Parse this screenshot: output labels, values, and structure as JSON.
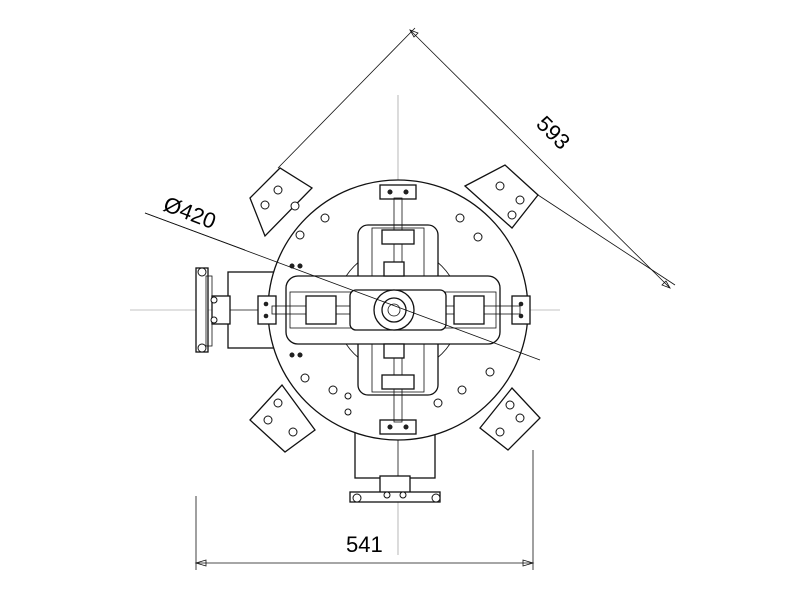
{
  "dimensions": {
    "diameter_label": "Ø420",
    "diagonal_label": "593",
    "width_label": "541"
  },
  "colors": {
    "line": "#111111",
    "centerline": "#888888",
    "background": "#ffffff"
  }
}
